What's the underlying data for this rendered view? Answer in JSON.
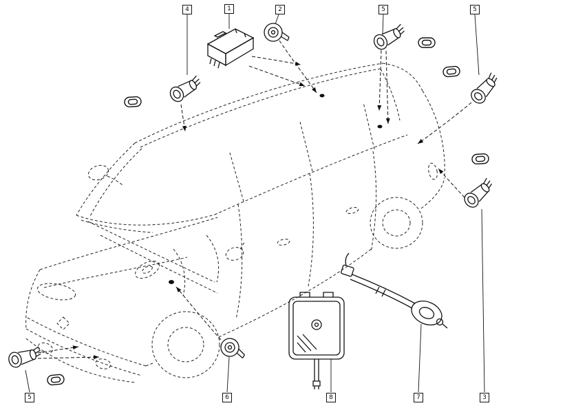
{
  "diagram": {
    "type": "vehicle-sensor-parts-diagram",
    "background_color": "#ffffff",
    "line_color": "#111111",
    "callouts": {
      "top": [
        {
          "id": "4",
          "label": "4"
        },
        {
          "id": "1",
          "label": "1"
        },
        {
          "id": "2",
          "label": "2"
        },
        {
          "id": "5-top",
          "label": "5"
        },
        {
          "id": "5-top-right",
          "label": "5"
        }
      ],
      "bottom": [
        {
          "id": "5-bottom-left",
          "label": "5"
        },
        {
          "id": "6",
          "label": "6"
        },
        {
          "id": "8",
          "label": "8"
        },
        {
          "id": "7",
          "label": "7"
        },
        {
          "id": "3",
          "label": "3"
        }
      ]
    }
  }
}
